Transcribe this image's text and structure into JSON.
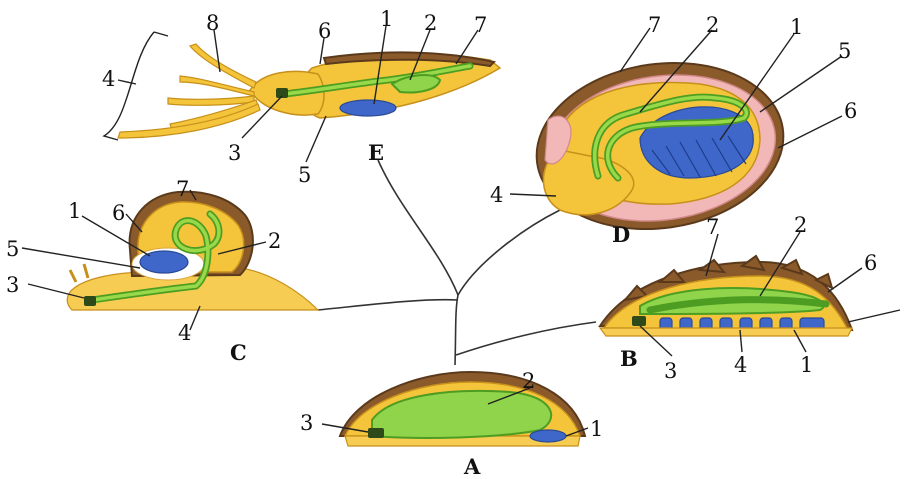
{
  "organisms": {
    "A": {
      "label": "A",
      "parts": [
        "3",
        "2",
        "1"
      ]
    },
    "B": {
      "label": "B",
      "parts": [
        "7",
        "2",
        "6",
        "3",
        "4",
        "1"
      ]
    },
    "C": {
      "label": "C",
      "parts": [
        "1",
        "6",
        "7",
        "2",
        "5",
        "3",
        "4"
      ]
    },
    "D": {
      "label": "D",
      "parts": [
        "7",
        "2",
        "1",
        "5",
        "6",
        "4"
      ]
    },
    "E": {
      "label": "E",
      "parts": [
        "8",
        "6",
        "1",
        "2",
        "7",
        "4",
        "3",
        "5"
      ]
    }
  },
  "colors": {
    "body": "#f4c53a",
    "gut": "#4d9d22",
    "gill": "#3e67c9",
    "shell": "#8a5a2b",
    "mantle": "#f2b8b8"
  }
}
